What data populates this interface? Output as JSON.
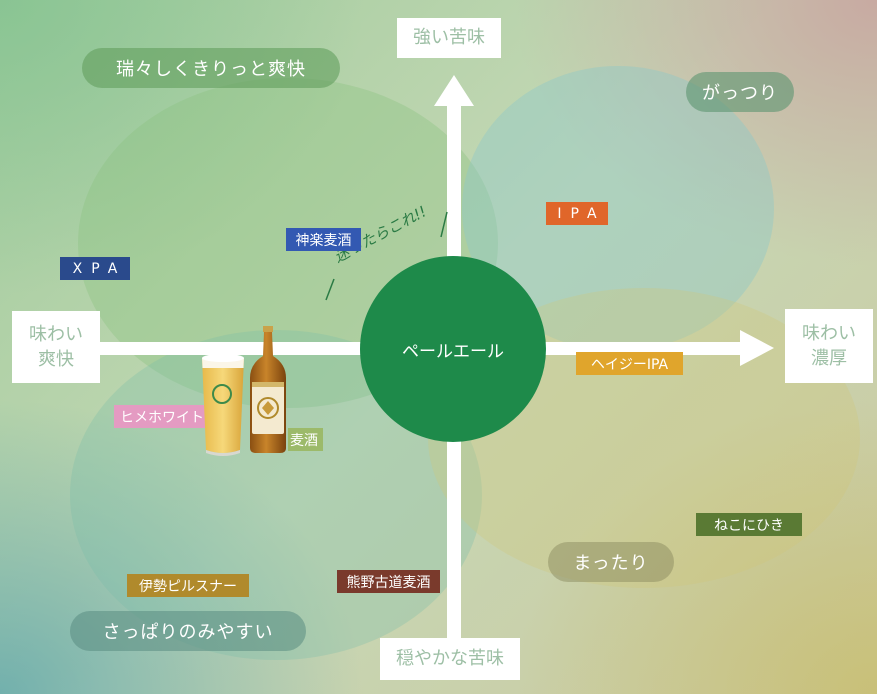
{
  "center": {
    "label": "ペールエール"
  },
  "axes": {
    "top": "強い苦味",
    "bottom": "穏やかな苦味",
    "left_line1": "味わい",
    "left_line2": "爽快",
    "right_line1": "味わい",
    "right_line2": "濃厚"
  },
  "regions": {
    "top_left": "瑞々しくきりっと爽快",
    "top_right": "がっつり",
    "bottom_right": "まったり",
    "bottom_left": "さっぱりのみやすい"
  },
  "beers": {
    "xpa": "XPA",
    "kagura": "神楽麦酒",
    "ipa": "IPA",
    "hazy": "ヘイジーIPA",
    "hime": "ヒメホワイト",
    "partially_hidden": "麦酒",
    "neko": "ねこにひき",
    "ise": "伊勢ピルスナー",
    "kumano": "熊野古道麦酒"
  },
  "annotation": "迷ったらこれ!!",
  "colors": {
    "center": "#1e8a4a",
    "xpa": "#2a4a8c",
    "kagura": "#3359b2",
    "ipa": "#e0662a",
    "hazy": "#e0a52c",
    "hime": "#e49bc2",
    "neko": "#5a7a34",
    "ise": "#b08a2c",
    "kumano": "#7a3a2c"
  }
}
